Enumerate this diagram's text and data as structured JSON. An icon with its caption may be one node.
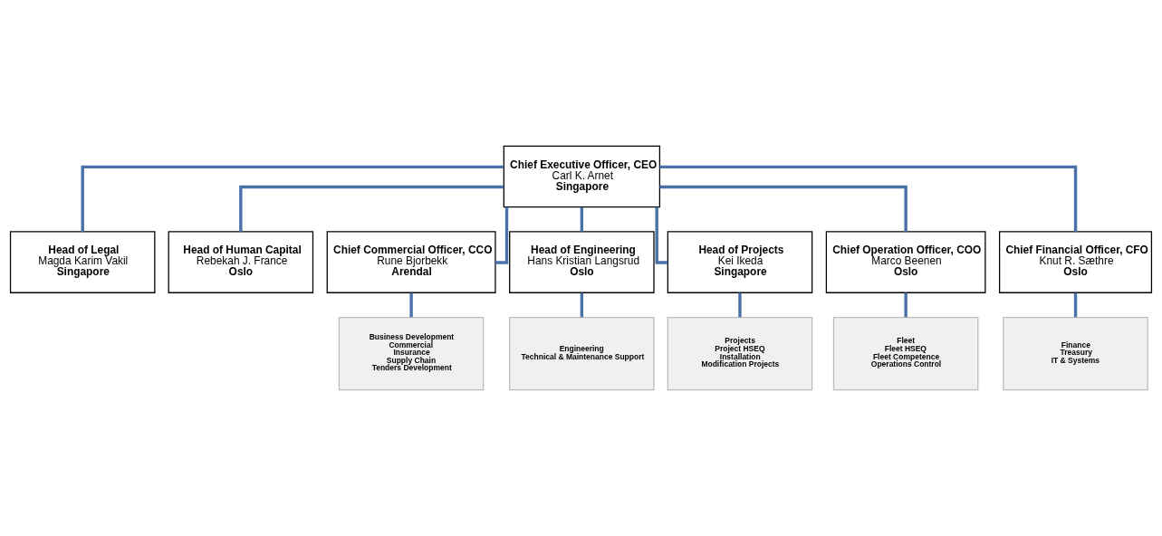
{
  "diagram": {
    "nodes": [
      {
        "text": [
          "Chief Executive Officer, CEO",
          "Carl K. Arnet",
          "Singapore"
        ]
      },
      {
        "text": [
          "Head of Legal",
          "Magda Karim Vakil",
          "Singapore"
        ]
      },
      {
        "text": [
          "Head of Human Capital",
          "Rebekah J. France",
          "Oslo"
        ]
      },
      {
        "text": [
          "Chief Commercial Officer, CCO",
          "Rune Bjorbekk",
          "Arendal"
        ]
      },
      {
        "text": [
          "Head of Engineering",
          "Hans Kristian Langsrud",
          "Oslo"
        ]
      },
      {
        "text": [
          "Head of Projects",
          "Kei Ikeda",
          "Singapore"
        ]
      },
      {
        "text": [
          "Chief Operation Officer, COO",
          "Marco Beenen",
          "Oslo"
        ]
      },
      {
        "text": [
          "Chief Financial Officer, CFO",
          "Knut R. Sæthre",
          "Oslo"
        ]
      },
      {
        "text": [
          "Business Development",
          "Commercial",
          "Insurance",
          "Supply Chain",
          "Tenders Development"
        ]
      },
      {
        "text": [
          "Engineering",
          "Technical & Maintenance Support"
        ]
      },
      {
        "text": [
          "Projects",
          "Project HSEQ",
          "Installation",
          "Modification Projects"
        ]
      },
      {
        "text": [
          "Fleet",
          "Fleet HSEQ",
          "Fleet Competence",
          "Operations Control"
        ]
      },
      {
        "text": [
          "Finance",
          "Treasury",
          "IT & Systems"
        ]
      }
    ],
    "edges": [
      {
        "from": 0,
        "to": 1,
        "arrow": "none"
      },
      {
        "from": 0,
        "to": 2,
        "arrow": "none"
      },
      {
        "from": 0,
        "to": 3,
        "arrow": "none"
      },
      {
        "from": 0,
        "to": 4,
        "arrow": "none"
      },
      {
        "from": 0,
        "to": 5,
        "arrow": "none"
      },
      {
        "from": 0,
        "to": 6,
        "arrow": "none"
      },
      {
        "from": 0,
        "to": 7,
        "arrow": "none"
      },
      {
        "from": 3,
        "to": 8,
        "arrow": "none"
      },
      {
        "from": 4,
        "to": 9,
        "arrow": "none"
      },
      {
        "from": 5,
        "to": 10,
        "arrow": "none"
      },
      {
        "from": 6,
        "to": 11,
        "arrow": "none"
      },
      {
        "from": 7,
        "to": 12,
        "arrow": "none"
      }
    ]
  }
}
